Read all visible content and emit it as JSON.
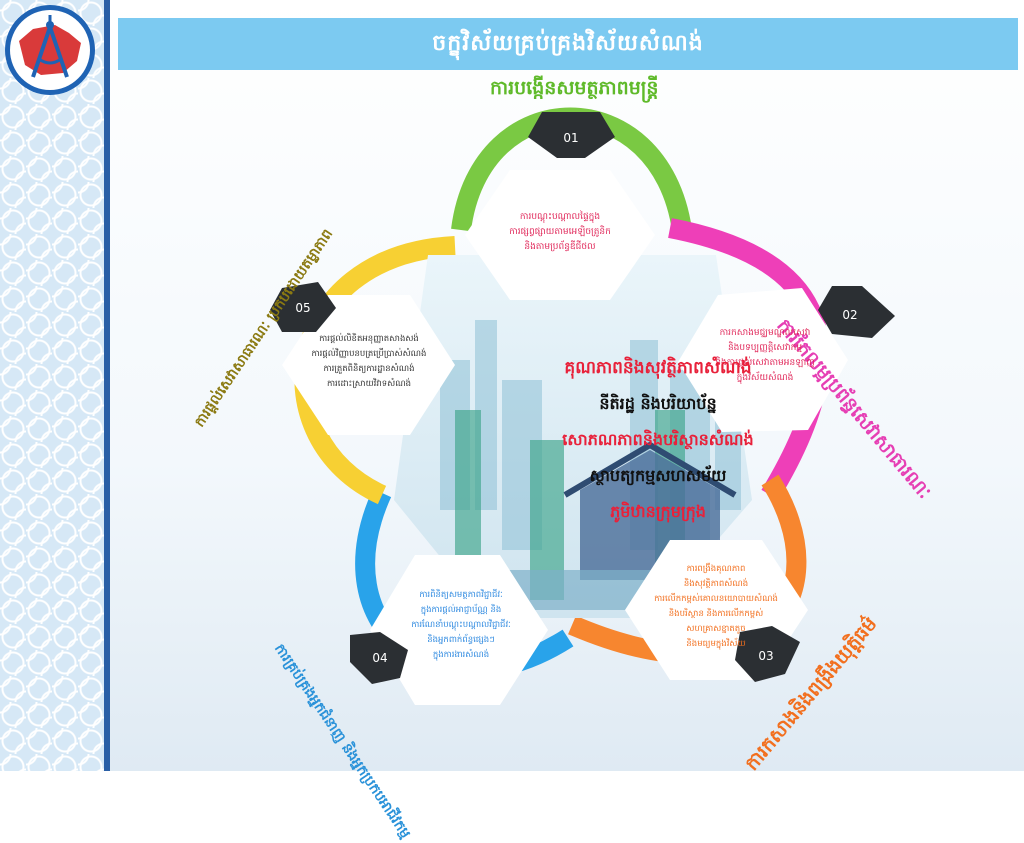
{
  "page": {
    "title": "ចក្ខុវិស័យគ្រប់គ្រងវិស័យសំណង់"
  },
  "colors": {
    "green": "#7ac943",
    "magenta": "#ee3fb8",
    "orange": "#f7862f",
    "blue": "#29a3ea",
    "yellow": "#f7d033",
    "tag": "#2b2f33",
    "title_bar": "#7ccaf1",
    "hex_red": "#e0285a",
    "hex_orange": "#f7862f",
    "hex_blue": "#2f8ae0",
    "hex_black": "#333333",
    "center_red": "#e8213a",
    "center_black": "#111111",
    "label_green": "#5fba2a",
    "label_magenta": "#e63fb4",
    "label_orange": "#f26f1e",
    "label_blue": "#2a92d9",
    "label_olive": "#8b7a12"
  },
  "logo": {
    "icon": "ministry-emblem-icon"
  },
  "petals": [
    {
      "number": "01",
      "label": "ការបង្កើនសមត្ថភាពមន្ត្រី",
      "text": [
        "ការបណ្តុះបណ្តាលផ្ទៃក្នុង",
        "ការផ្សព្វផ្សាយតាមអេឡិចត្រូនិក",
        "និងតាមប្រព័ន្ធឌីជីថល"
      ]
    },
    {
      "number": "02",
      "label": "ការកែលម្អប្រព័ន្ធសេវាសាធារណៈ",
      "text": [
        "ការកសាងមជ្ឈមណ្ឌលសេវា",
        "និងបទប្បញ្ញត្តិសេវាកម្ម",
        "និងការផ្តល់សេវាតាមអនឡាញ",
        "ក្នុងវិស័យសំណង់"
      ]
    },
    {
      "number": "03",
      "label": "ការកសាងនិងពង្រឹងយុត្តិធម៌",
      "text": [
        "ការពង្រឹងគុណភាព",
        "និងសុវត្ថិភាពសំណង់",
        "ការលើកកម្ពស់គោលនយោបាយសំណង់",
        "និងបរិស្ថាន និងការលើកកម្ពស់",
        "សហគ្រាសខ្នាតតូច",
        "និងមធ្យមក្នុងវិស័យ"
      ]
    },
    {
      "number": "04",
      "label": "ការគ្រប់គ្រងអ្នកជំនាញ និងអ្នកប្រកបអាជីវកម្ម",
      "text": [
        "ការពិនិត្យសមត្ថភាពវិជ្ជាជីវៈ",
        "ក្នុងការផ្តល់អាជ្ញាប័ណ្ណ និង",
        "ការណែនាំបណ្តុះបណ្តាលវិជ្ជាជីវៈ",
        "និងអ្នកពាក់ព័ន្ធផ្សេងៗ",
        "ក្នុងការងារសំណង់"
      ]
    },
    {
      "number": "05",
      "label": "ការផ្តល់សេវាសាធារណៈ ប្រកបដោយតម្លាភាព",
      "text": [
        "ការផ្តល់លិខិតអនុញ្ញាតសាងសង់",
        "ការផ្តល់វិញ្ញាបនបត្រប្រើប្រាស់សំណង់",
        "ការត្រួតពិនិត្យការដ្ឋានសំណង់",
        "ការដោះស្រាយវិវាទសំណង់"
      ]
    }
  ],
  "center": {
    "lines": [
      "គុណភាពនិងសុវត្ថិភាពសំណង់",
      "នីតិរដ្ឋ និងបរិយាប័ន្ន",
      "សោភណភាពនិងបរិស្ថានសំណង់",
      "ស្ថាបត្យកម្មសហសម័យ",
      "ភូមិឋានក្រុមក្រុង"
    ],
    "line_colors": [
      "red",
      "black",
      "red",
      "black",
      "red"
    ]
  }
}
